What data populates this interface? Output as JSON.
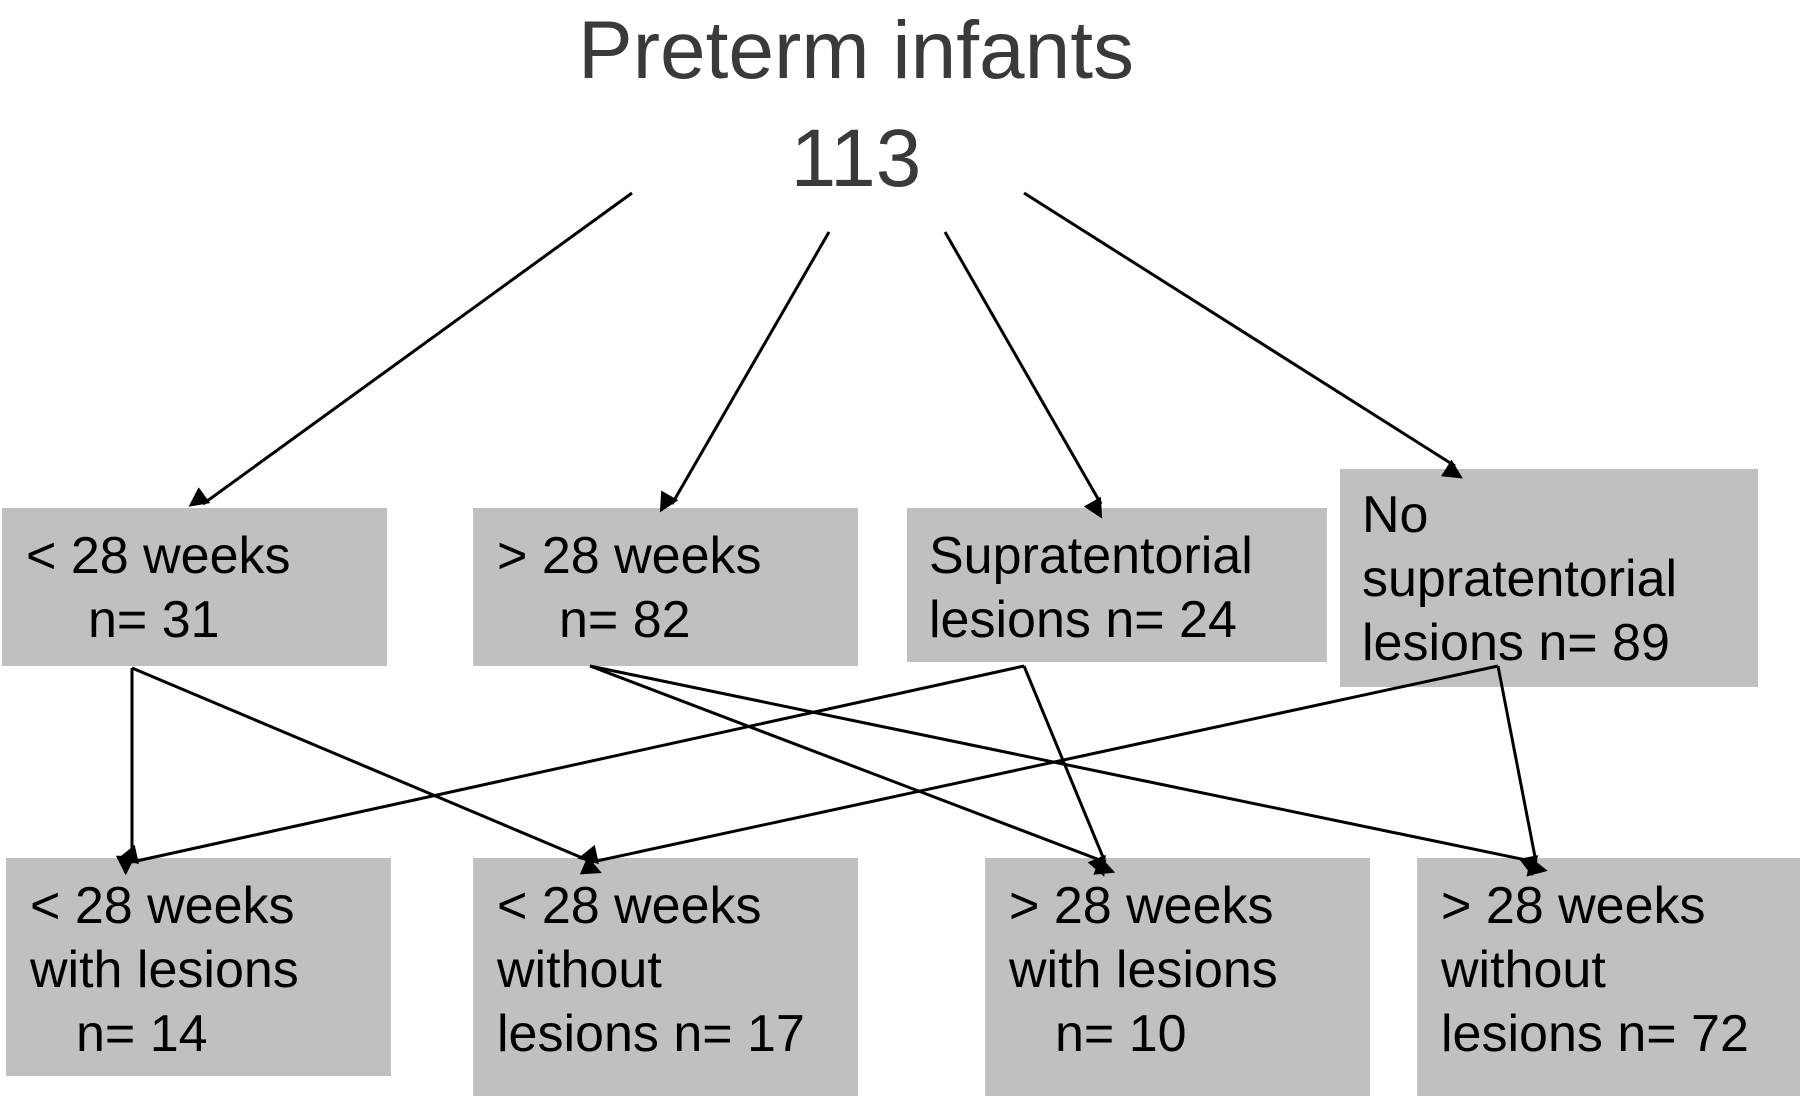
{
  "title": {
    "line1": "Preterm infants",
    "line2": "113"
  },
  "colors": {
    "box_fill": "#c0c0c0",
    "title_text": "#3a3a3a",
    "text": "#000000",
    "arrow": "#000000",
    "background": "#ffffff"
  },
  "level1": [
    {
      "id": "lt28",
      "lines": [
        "< 28 weeks",
        "n= 31"
      ]
    },
    {
      "id": "gt28",
      "lines": [
        "> 28 weeks",
        "n= 82"
      ]
    },
    {
      "id": "supra",
      "lines": [
        "Supratentorial",
        "lesions n= 24"
      ]
    },
    {
      "id": "nosupra",
      "lines": [
        "No",
        "supratentorial",
        "lesions n= 89"
      ]
    }
  ],
  "level2": [
    {
      "id": "lt28_with",
      "lines": [
        "< 28 weeks",
        "with lesions",
        "n= 14"
      ]
    },
    {
      "id": "lt28_without",
      "lines": [
        "< 28 weeks",
        "without",
        "lesions n= 17"
      ]
    },
    {
      "id": "gt28_with",
      "lines": [
        "> 28 weeks",
        "with lesions",
        "n= 10"
      ]
    },
    {
      "id": "gt28_without",
      "lines": [
        "> 28 weeks",
        "without",
        "lesions n= 72"
      ]
    }
  ],
  "edges": [
    {
      "from": "root",
      "to": "lt28"
    },
    {
      "from": "root",
      "to": "gt28"
    },
    {
      "from": "root",
      "to": "supra"
    },
    {
      "from": "root",
      "to": "nosupra"
    },
    {
      "from": "lt28",
      "to": "lt28_with"
    },
    {
      "from": "lt28",
      "to": "lt28_without"
    },
    {
      "from": "gt28",
      "to": "gt28_with"
    },
    {
      "from": "gt28",
      "to": "gt28_without"
    },
    {
      "from": "supra",
      "to": "lt28_with"
    },
    {
      "from": "supra",
      "to": "gt28_with"
    },
    {
      "from": "nosupra",
      "to": "lt28_without"
    },
    {
      "from": "nosupra",
      "to": "gt28_without"
    }
  ]
}
